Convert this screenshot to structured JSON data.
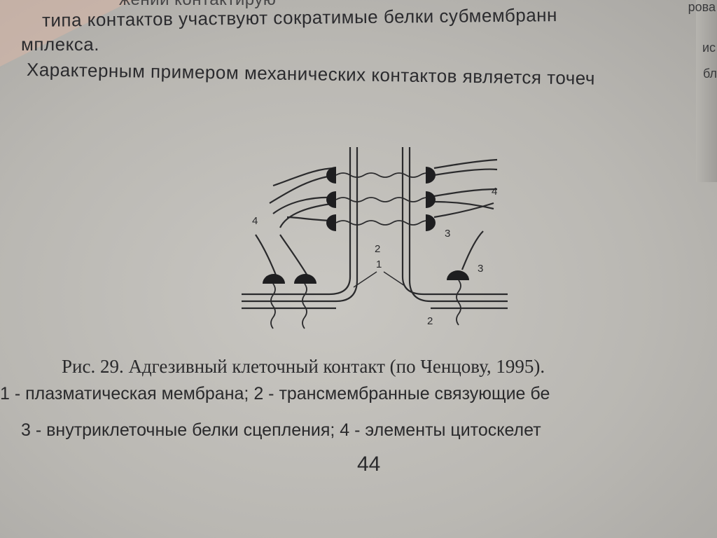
{
  "page": {
    "top_line_partial": "жении контактирую",
    "line1": "типа контактов участвуют сократимые белки субмембранн",
    "line2": "мплекса.",
    "line3": "Характерным примером механических контактов является точеч",
    "right_edge": [
      "рова",
      "ис",
      "бл"
    ]
  },
  "figure": {
    "labels": [
      "4",
      "4",
      "3",
      "2",
      "1",
      "3",
      "2"
    ]
  },
  "caption": {
    "title": "Рис. 29. Адгезивный клеточный контакт (по Ченцову, 1995).",
    "legend_line1": "1 - плазматическая мембрана; 2 - трансмембранные связующие бе",
    "legend_line2": "3 - внутриклеточные белки сцепления; 4 - элементы цитоскелет"
  },
  "page_number": "44",
  "colors": {
    "paper": "#c4c2bd",
    "ink": "#2a2a2c"
  }
}
